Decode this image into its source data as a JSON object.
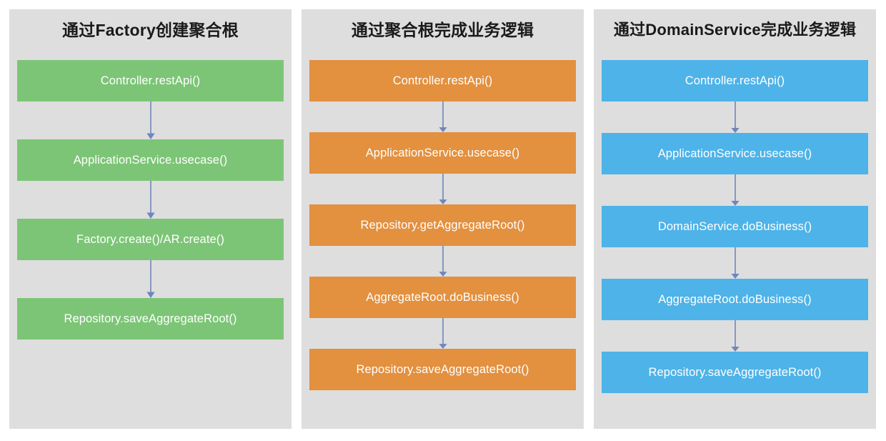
{
  "diagram": {
    "type": "flowchart",
    "background_color": "#ffffff",
    "panel_background_color": "#dedede",
    "arrow_color": "#6f86bd",
    "node_text_color": "#ffffff",
    "title_text_color": "#1a1a1a",
    "panels": [
      {
        "id": "factory-create-aggregate-root",
        "title": "通过Factory创建聚合根",
        "color": "#7cc576",
        "color_name": "green",
        "nodes": [
          {
            "label": "Controller.restApi()"
          },
          {
            "label": "ApplicationService.usecase()"
          },
          {
            "label": "Factory.create()/AR.create()"
          },
          {
            "label": "Repository.saveAggregateRoot()"
          }
        ]
      },
      {
        "id": "aggregate-root-business-logic",
        "title": "通过聚合根完成业务逻辑",
        "color": "#e3903f",
        "color_name": "orange",
        "nodes": [
          {
            "label": "Controller.restApi()"
          },
          {
            "label": "ApplicationService.usecase()"
          },
          {
            "label": "Repository.getAggregateRoot()"
          },
          {
            "label": "AggregateRoot.doBusiness()"
          },
          {
            "label": "Repository.saveAggregateRoot()"
          }
        ]
      },
      {
        "id": "domain-service-business-logic",
        "title": "通过DomainService完成业务逻辑",
        "color": "#4eb3e8",
        "color_name": "blue",
        "nodes": [
          {
            "label": "Controller.restApi()"
          },
          {
            "label": "ApplicationService.usecase()"
          },
          {
            "label": "DomainService.doBusiness()"
          },
          {
            "label": "AggregateRoot.doBusiness()"
          },
          {
            "label": "Repository.saveAggregateRoot()"
          }
        ]
      }
    ]
  }
}
